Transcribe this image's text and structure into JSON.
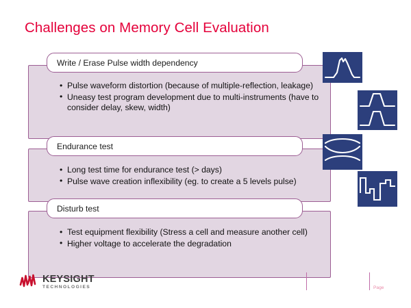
{
  "slide": {
    "title": "Challenges on Memory Cell Evaluation",
    "accent_red": "#e4003a",
    "block_fill": "#e2d6e2",
    "block_border": "#9c5d93",
    "icon_tile_color": "#2c3f7c"
  },
  "sections": [
    {
      "id": "write",
      "header": "Write / Erase Pulse width dependency",
      "bullets": [
        "Pulse waveform distortion (because of multiple-reflection, leakage)",
        "Uneasy test program development due to multi-instruments (have to consider delay, skew, width)"
      ]
    },
    {
      "id": "endurance",
      "header": "Endurance test",
      "bullets": [
        "Long test time for endurance test (> days)",
        "Pulse wave creation inflexibility (eg. to create a 5 levels pulse)"
      ]
    },
    {
      "id": "disturb",
      "header": "Disturb test",
      "bullets": [
        "Test equipment flexibility (Stress a cell and measure another cell)",
        "Higher voltage to accelerate the degradation"
      ]
    }
  ],
  "icons": [
    {
      "name": "distorted-pulse-waveform-icon"
    },
    {
      "name": "dual-trapezoid-pulse-waveform-icon"
    },
    {
      "name": "eye-diagram-waveform-icon"
    },
    {
      "name": "multilevel-pulse-train-waveform-icon"
    }
  ],
  "footer": {
    "logo_name": "KEYSIGHT",
    "logo_sub": "TECHNOLOGIES",
    "logo_mark_color": "#c8102e",
    "page_label": "Page"
  }
}
